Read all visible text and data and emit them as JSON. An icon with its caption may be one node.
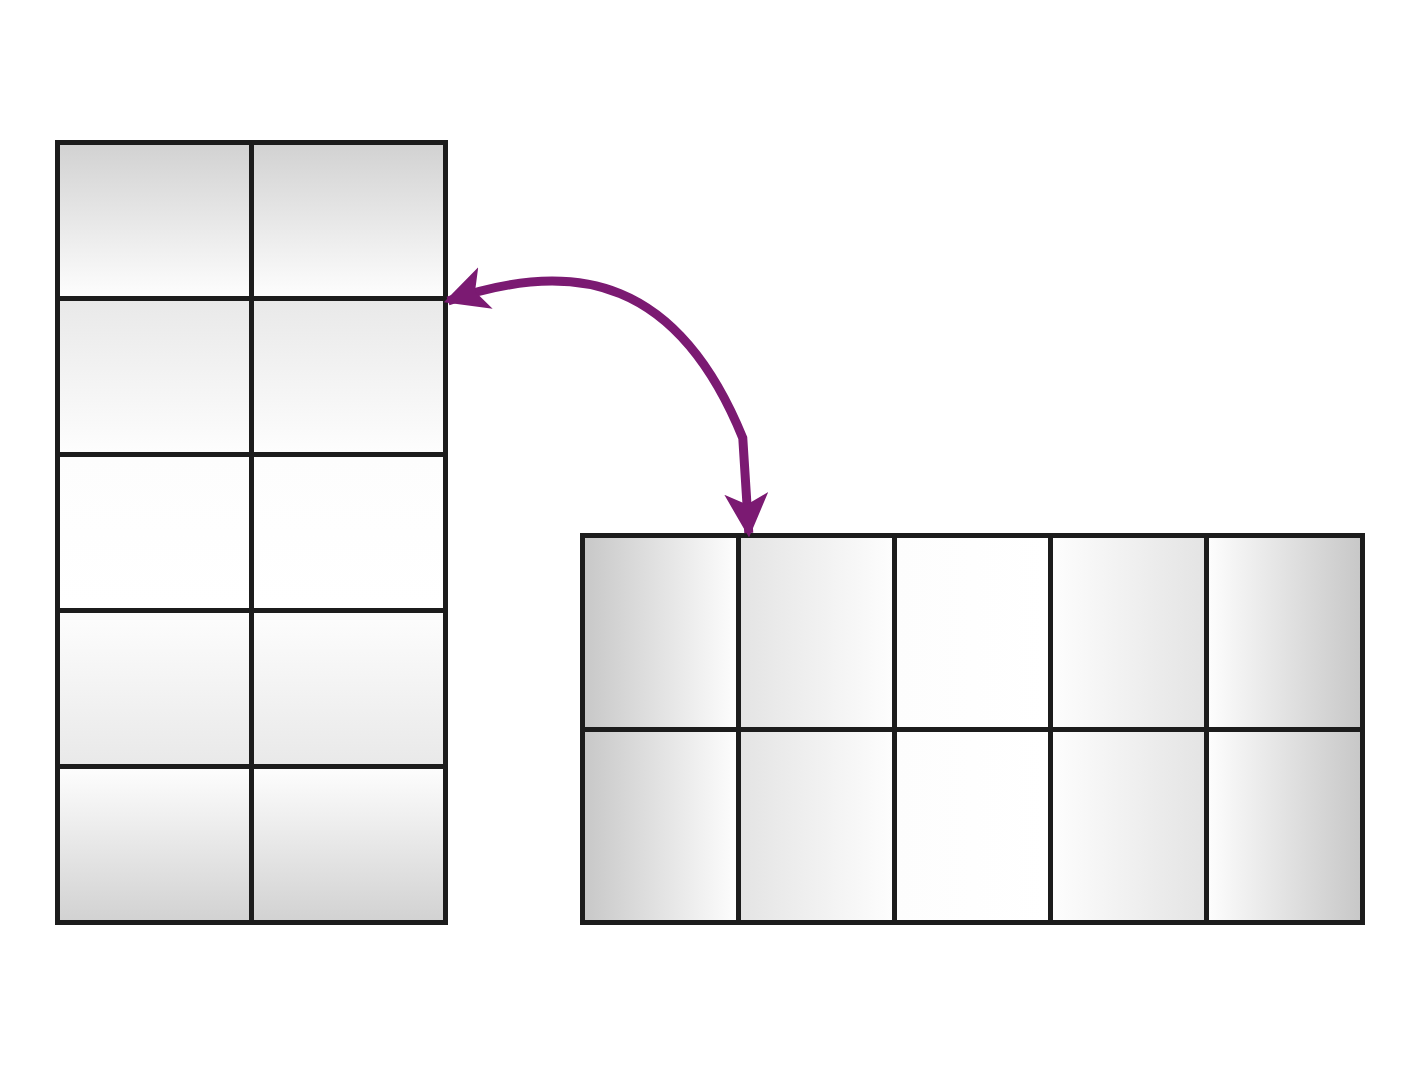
{
  "diagram": {
    "nodes": [
      {
        "text": [],
        "shape": "picture"
      },
      {
        "text": [],
        "shape": "picture"
      }
    ],
    "edges": [
      {
        "from": 0,
        "to": 1,
        "arrow": "both",
        "color": "#7b1a72"
      }
    ]
  }
}
